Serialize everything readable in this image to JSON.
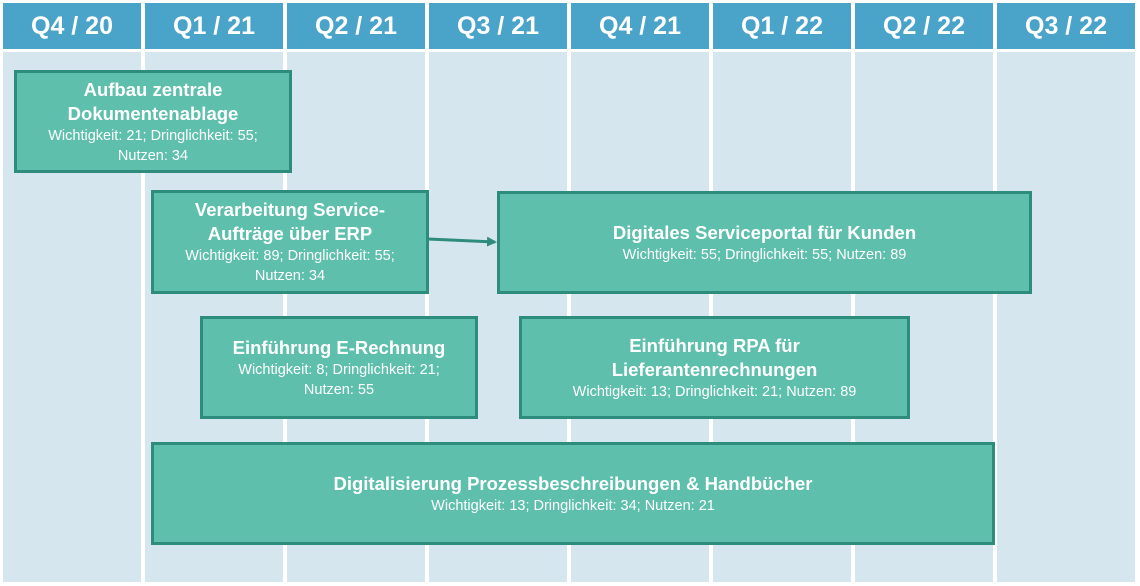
{
  "quarters": [
    "Q4 / 20",
    "Q1 / 21",
    "Q2 / 21",
    "Q3 / 21",
    "Q4 / 21",
    "Q1 / 22",
    "Q2 / 22",
    "Q3 / 22"
  ],
  "colors": {
    "header": "#4aa3c8",
    "column": "#d6e6ee",
    "box_fill": "#5ebfad",
    "box_border": "#2e8c7c",
    "arrow": "#2e8c7c"
  },
  "projects": [
    {
      "title": "Aufbau zentrale Dokumentenablage",
      "meta": "Wichtigkeit: 21; Dringlichkeit: 55; Nutzen: 34"
    },
    {
      "title": "Verarbeitung Service-Aufträge über ERP",
      "meta": "Wichtigkeit: 89; Dringlichkeit: 55; Nutzen: 34"
    },
    {
      "title": "Digitales Serviceportal für Kunden",
      "meta": "Wichtigkeit: 55; Dringlichkeit: 55; Nutzen: 89"
    },
    {
      "title": "Einführung E-Rechnung",
      "meta": "Wichtigkeit: 8; Dringlichkeit: 21; Nutzen: 55"
    },
    {
      "title": "Einführung RPA für Lieferantenrechnungen",
      "meta": "Wichtigkeit: 13; Dringlichkeit: 21; Nutzen: 89"
    },
    {
      "title": "Digitalisierung Prozessbeschreibungen & Handbücher",
      "meta": "Wichtigkeit: 13; Dringlichkeit: 34; Nutzen: 21"
    }
  ],
  "dependencies": [
    {
      "from": "Verarbeitung Service-Aufträge über ERP",
      "to": "Digitales Serviceportal für Kunden"
    }
  ]
}
